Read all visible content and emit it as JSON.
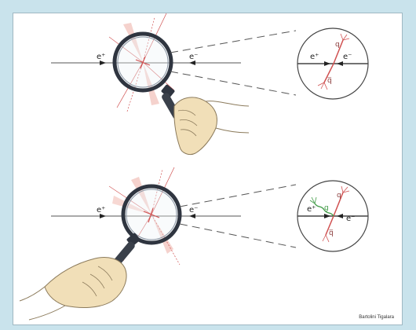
{
  "top_panel": {
    "beam_left": "e⁺",
    "beam_right": "e⁻",
    "zoom_left": "e⁺",
    "zoom_right": "e⁻",
    "quark": "q",
    "antiquark": "q̅"
  },
  "bottom_panel": {
    "beam_left": "e⁺",
    "beam_right": "e⁻",
    "zoom_left": "e⁺",
    "zoom_right": "e⁻",
    "quark": "q",
    "antiquark": "q̅",
    "gluon": "g"
  },
  "credit": "Bartolini Tigalara",
  "colors": {
    "background": "#c9e3ec",
    "panel": "#ffffff",
    "particle_red": "#d05050",
    "jet_pink": "#f3c7c0",
    "gluon_green": "#3f9a45",
    "lens_ring": "#2f3540",
    "hand": "#f1dfb8"
  }
}
